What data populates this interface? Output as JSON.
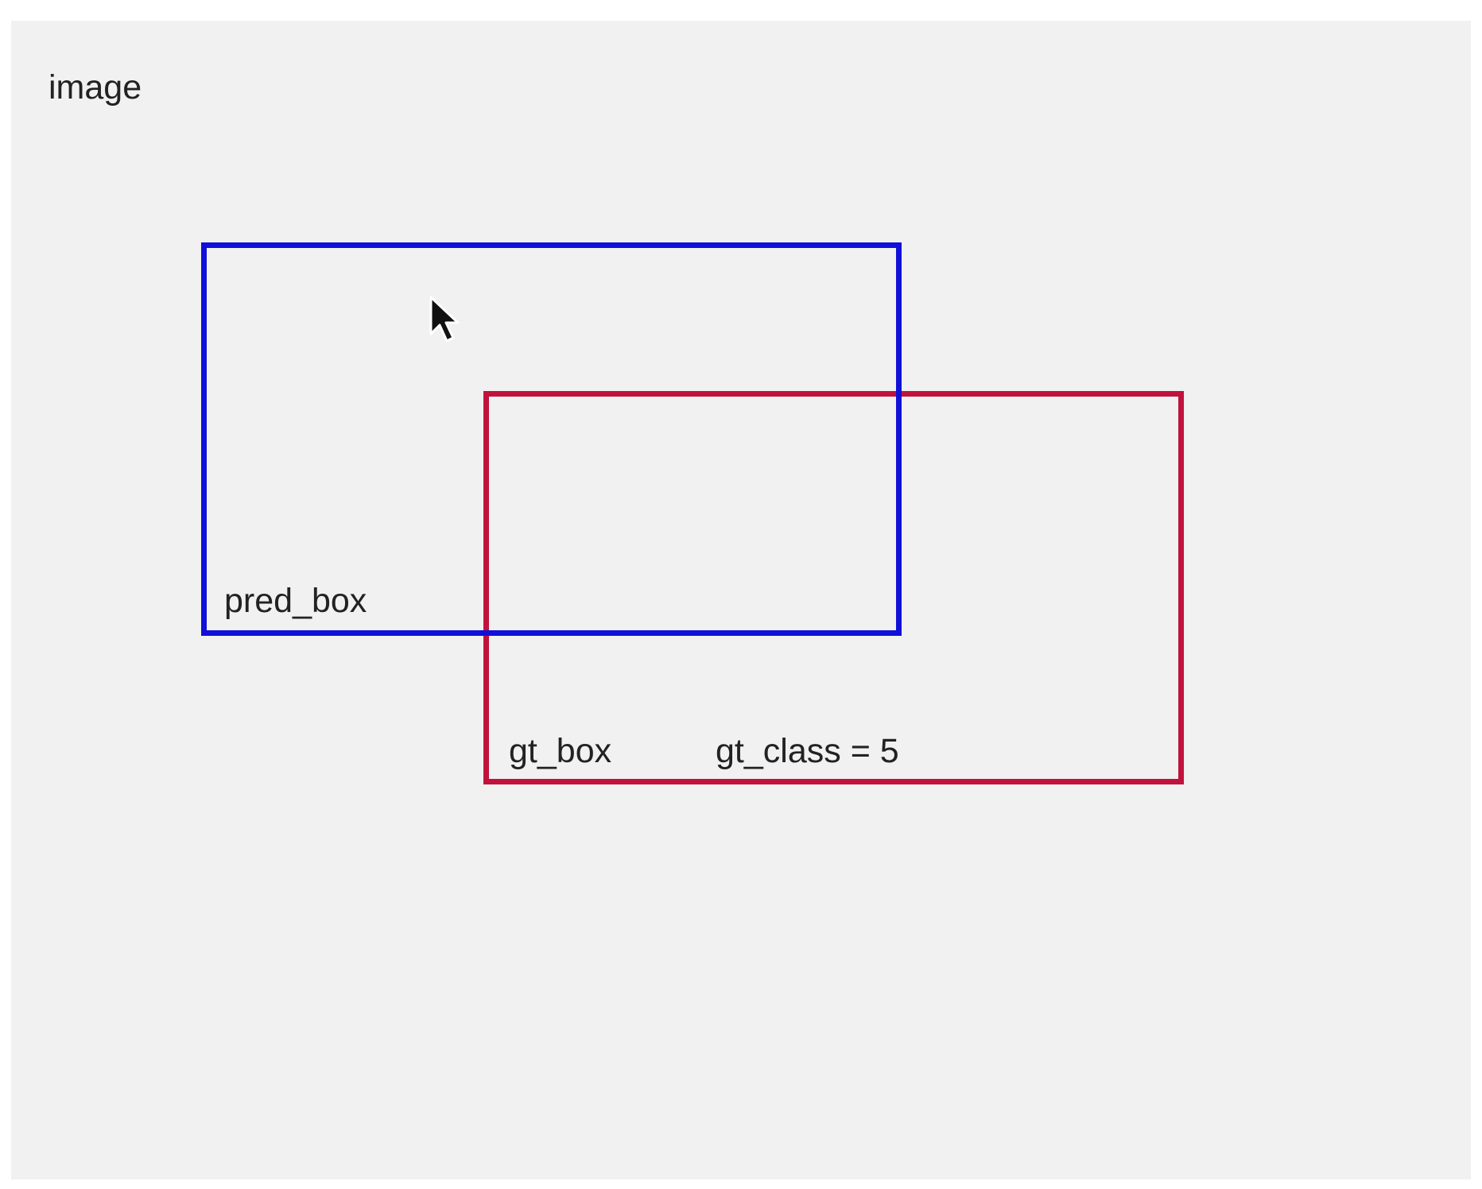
{
  "image_label": "image",
  "pred_box": {
    "label": "pred_box",
    "color": "#1010d8"
  },
  "gt_box": {
    "label": "gt_box",
    "class_label": "gt_class = 5",
    "color": "#c0123c"
  },
  "cursor_icon": "mouse-pointer-icon"
}
